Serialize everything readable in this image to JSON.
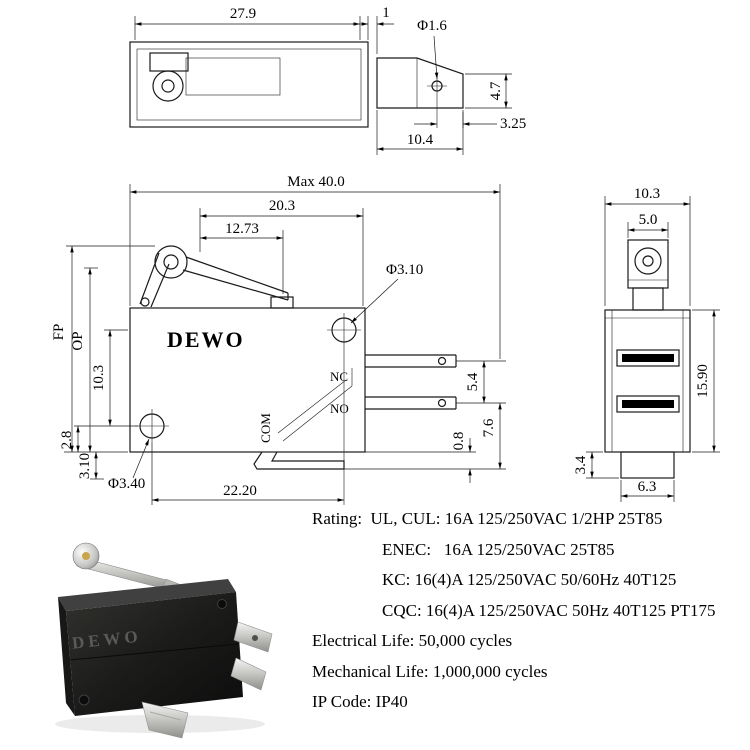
{
  "drawing": {
    "top_view": {
      "dims": {
        "body_width": "27.9",
        "step": "1",
        "hole_dia": "Φ1.6",
        "plunger_height": "4.7",
        "hole_offset": "3.25",
        "plunger_width": "10.4"
      }
    },
    "front_view": {
      "brand": "DEWO",
      "terminals": {
        "nc": "NC",
        "no": "NO",
        "com": "COM"
      },
      "dims": {
        "max_width": "Max 40.0",
        "lever_length": "20.3",
        "roller_offset": "12.73",
        "top_hole_dia": "Φ3.10",
        "free_position": "FP",
        "operating_position": "OP",
        "hole_vertical": "10.3",
        "bottom_edge": "2.8",
        "com_offset": "3.10",
        "bottom_hole_dia": "Φ3.40",
        "hole_spacing": "22.20",
        "nc_no_gap": "5.4",
        "no_com_gap": "7.6",
        "terminal_thickness": "0.8"
      }
    },
    "side_view": {
      "dims": {
        "body_depth": "10.3",
        "roller_width": "5.0",
        "body_height": "15.90",
        "base_height": "3.4",
        "base_width": "6.3"
      }
    }
  },
  "photo": {
    "brand": "DEWO"
  },
  "specs": {
    "lines": [
      {
        "text": "Rating:  UL, CUL: 16A 125/250VAC 1/2HP 25T85"
      },
      {
        "text": "ENEC:   16A 125/250VAC 25T85"
      },
      {
        "text": "KC: 16(4)A 125/250VAC 50/60Hz 40T125"
      },
      {
        "text": "CQC: 16(4)A 125/250VAC 50Hz 40T125 PT175"
      },
      {
        "text": "Electrical Life: 50,000 cycles"
      },
      {
        "text": "Mechanical Life: 1,000,000 cycles"
      },
      {
        "text": "IP Code: IP40"
      }
    ]
  }
}
